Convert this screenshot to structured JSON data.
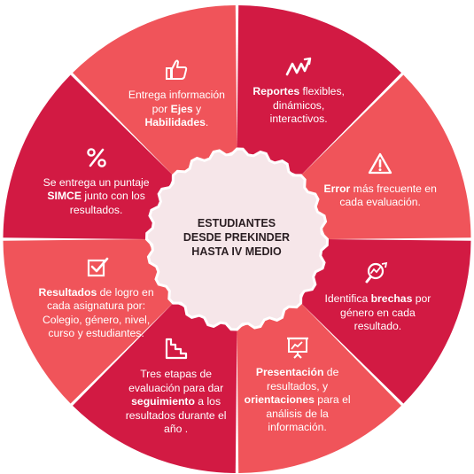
{
  "center": {
    "lines": [
      "ESTUDIANTES",
      "DESDE PREKINDER",
      "HASTA IV MEDIO"
    ]
  },
  "colors": {
    "dark": "#d21a43",
    "light": "#f0545a",
    "hub": "#f6e6e9",
    "ring": "#ffffff"
  },
  "segments": [
    {
      "id": "resultados",
      "icon": "checkbox-icon",
      "parts": [
        {
          "t": "Resultados",
          "b": true
        },
        {
          "t": " de logro en cada asignatura por: Colegio, género, nivel, curso y estudiantes.",
          "b": false
        }
      ]
    },
    {
      "id": "simce",
      "icon": "percent-icon",
      "parts": [
        {
          "t": "Se entrega un puntaje ",
          "b": false
        },
        {
          "t": "SIMCE",
          "b": true
        },
        {
          "t": " junto con los resultados.",
          "b": false
        }
      ]
    },
    {
      "id": "ejes",
      "icon": "thumbs-up-icon",
      "parts": [
        {
          "t": "Entrega información por ",
          "b": false
        },
        {
          "t": "Ejes",
          "b": true
        },
        {
          "t": " y ",
          "b": false
        },
        {
          "t": "Habilidades",
          "b": true
        },
        {
          "t": ".",
          "b": false
        }
      ]
    },
    {
      "id": "reportes",
      "icon": "trend-chart-icon",
      "parts": [
        {
          "t": "Reportes",
          "b": true
        },
        {
          "t": " flexibles, dinámicos, interactivos.",
          "b": false
        }
      ]
    },
    {
      "id": "error",
      "icon": "warning-icon",
      "parts": [
        {
          "t": "Error",
          "b": true
        },
        {
          "t": " más frecuente en cada evaluación.",
          "b": false
        }
      ]
    },
    {
      "id": "brechas",
      "icon": "magnifier-chart-icon",
      "parts": [
        {
          "t": "Identifica ",
          "b": false
        },
        {
          "t": "brechas",
          "b": true
        },
        {
          "t": " por género en cada resultado.",
          "b": false
        }
      ]
    },
    {
      "id": "presentacion",
      "icon": "presentation-board-icon",
      "parts": [
        {
          "t": "Presentación",
          "b": true
        },
        {
          "t": " de resultados, y ",
          "b": false
        },
        {
          "t": "orientaciones",
          "b": true
        },
        {
          "t": " para el análisis de la información.",
          "b": false
        }
      ]
    },
    {
      "id": "etapas",
      "icon": "stairs-icon",
      "parts": [
        {
          "t": "Tres etapas de evaluación para dar ",
          "b": false
        },
        {
          "t": "seguimiento",
          "b": true
        },
        {
          "t": " a los resultados durante el año .",
          "b": false
        }
      ]
    }
  ]
}
